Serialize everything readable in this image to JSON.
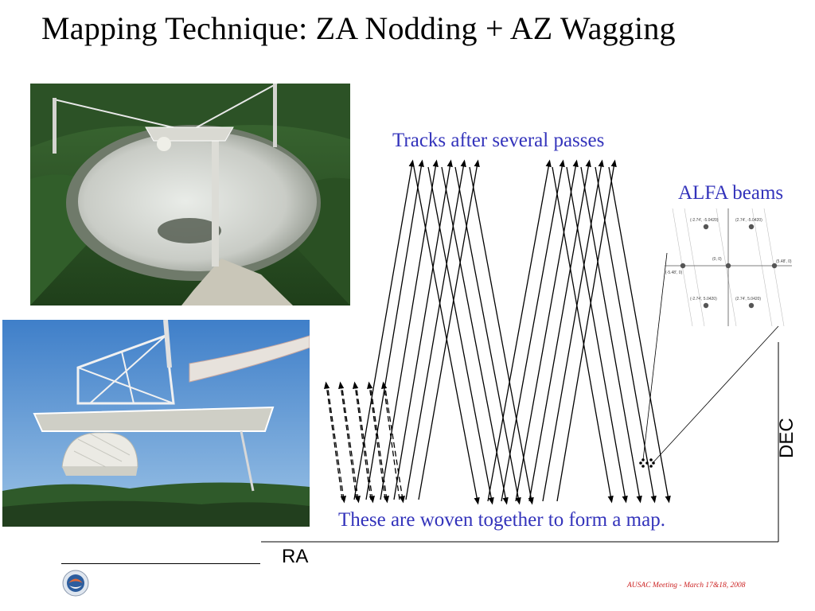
{
  "slide": {
    "title": "Mapping Technique: ZA Nodding + AZ Wagging",
    "footer": "AUSAC Meeting - March 17&18, 2008"
  },
  "diagram": {
    "tracks_label": "Tracks after several passes",
    "alfa_label": "ALFA beams",
    "woven_label": "These are woven together to form a map.",
    "ra_label": "RA",
    "dec_label": "DEC",
    "beam_labels": [
      "(-2.74', -5.0420)",
      "(2.74', -5.0420)",
      "(-5.48', 0)",
      "(0, 0)",
      "(5.48', 0)",
      "(-2.74', 5.0420)",
      "(2.74', 5.0420)"
    ]
  },
  "colors": {
    "label_blue": "#3333bb",
    "footer_red": "#cc2222"
  },
  "icons": {
    "logo": "observatory-seal-icon"
  }
}
